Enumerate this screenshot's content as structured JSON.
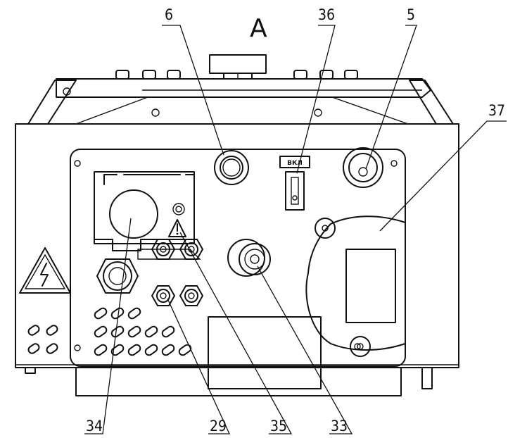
{
  "view_label": "A",
  "switch_label": "ВКЛ",
  "callouts": {
    "c6": "6",
    "c36": "36",
    "c5": "5",
    "c37": "37",
    "c34": "34",
    "c29": "29",
    "c35": "35",
    "c33": "33"
  },
  "colors": {
    "line": "#111111",
    "background": "#ffffff"
  }
}
